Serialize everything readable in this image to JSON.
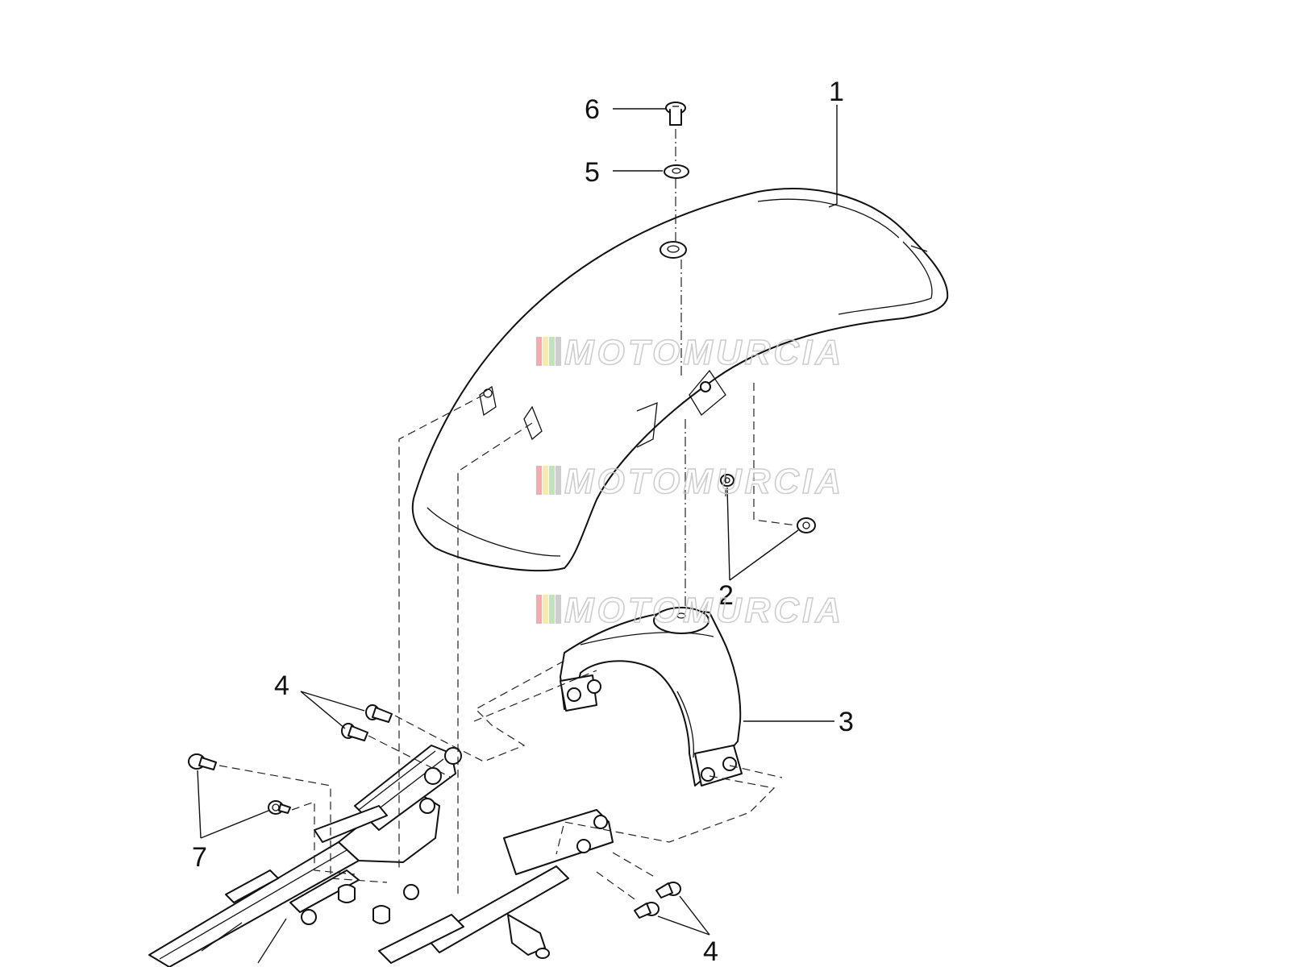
{
  "callouts": {
    "c1": "1",
    "c2": "2",
    "c3": "3",
    "c4a": "4",
    "c4b": "4",
    "c5": "5",
    "c6": "6",
    "c7": "7"
  },
  "watermark": {
    "text": "MOTOMURCIA",
    "stripe_colors": [
      "#f2a3a3",
      "#f3e9a8",
      "#b9e0b4",
      "#c9c9c9"
    ]
  }
}
